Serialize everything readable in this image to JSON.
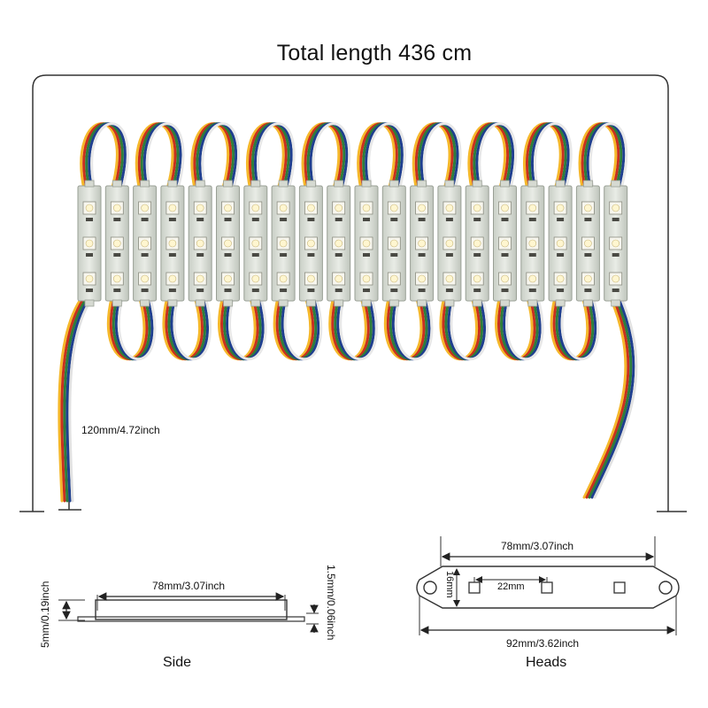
{
  "title": "Total length 436 cm",
  "lead_length": "120mm/4.72inch",
  "side": {
    "caption": "Side",
    "length": "78mm/3.07inch",
    "height": "5mm/0.19inch",
    "flange": "1.5mm/0.06inch"
  },
  "heads": {
    "caption": "Heads",
    "top_length": "78mm/3.07inch",
    "width": "16mm",
    "led_pitch": "22mm",
    "total_length": "92mm/3.62inch"
  },
  "module_count": 20,
  "leds_per_module": 3,
  "wire_colors": [
    "#f5b82a",
    "#c8301e",
    "#2f7d3a",
    "#1f3f8f",
    "#f4f4f4"
  ]
}
